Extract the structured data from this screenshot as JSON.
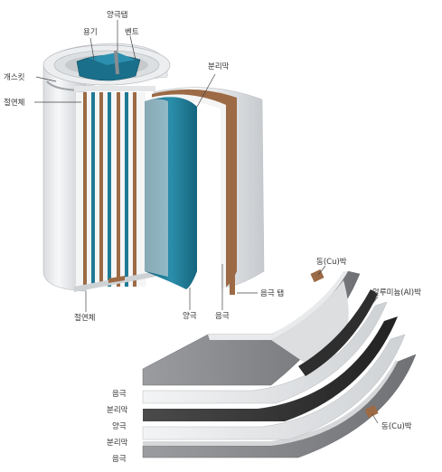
{
  "cell_labels": {
    "positive_tab": "양극탭",
    "container": "용기",
    "vent": "벤트",
    "gasket": "개스킷",
    "insulator_top": "절연체",
    "separator": "분리막",
    "insulator_bottom": "절연체",
    "cathode": "양극",
    "anode": "음극",
    "negative_tab": "음극 탭"
  },
  "foil_labels": {
    "copper_top": "동(Cu)박",
    "aluminum": "알루미늄(Al)박",
    "copper_bottom": "동(Cu)박"
  },
  "stack_labels": [
    "음극",
    "분리막",
    "양극",
    "분리막",
    "음극"
  ],
  "colors": {
    "can_light": "#f2f3f4",
    "can_shade": "#c9ccd0",
    "cathode_blue": "#1f7a94",
    "anode_copper": "#9c6a45",
    "separator_white": "#f7f7f7",
    "anode_gray": "#8d8f92",
    "cathode_dark": "#3a3a3a"
  }
}
